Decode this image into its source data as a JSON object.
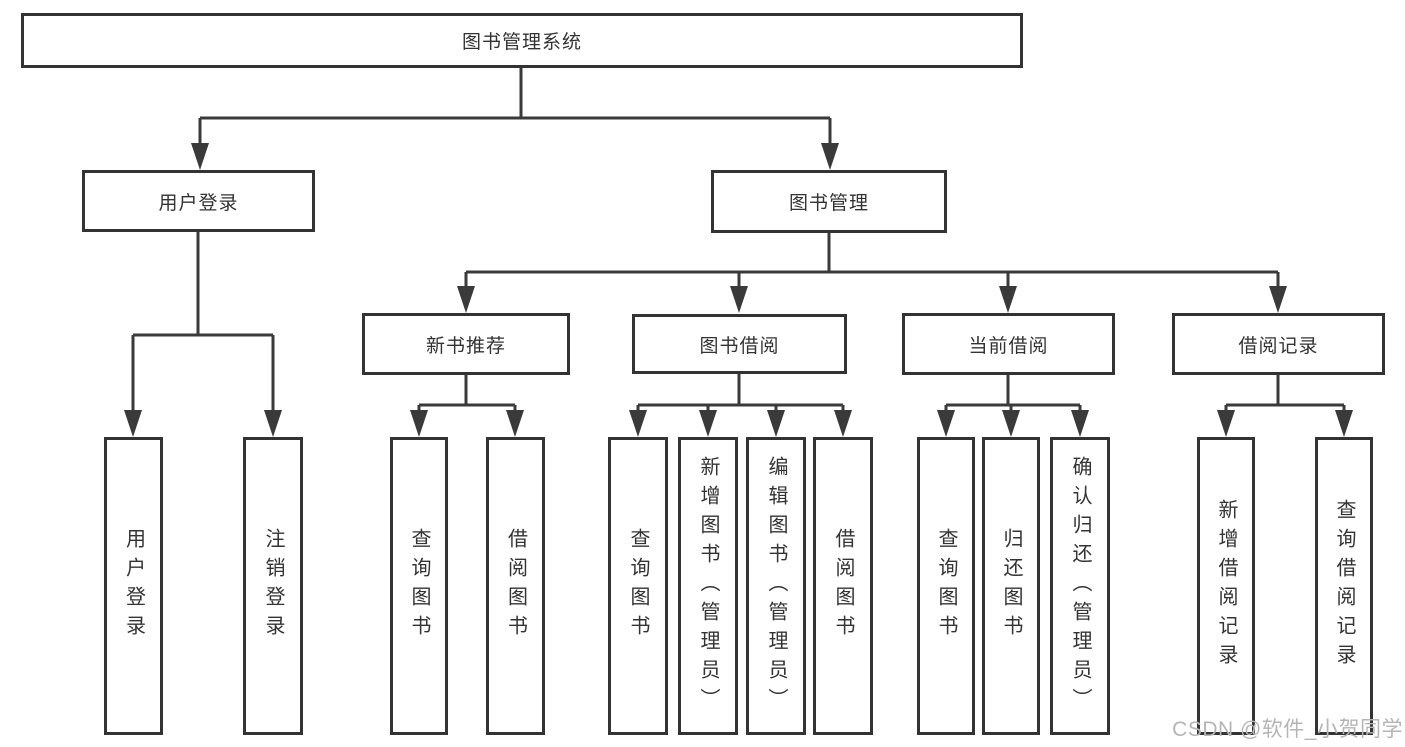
{
  "tree": {
    "root": {
      "label": "图书管理系统"
    },
    "level2": [
      {
        "label": "用户登录"
      },
      {
        "label": "图书管理"
      }
    ],
    "level3": [
      {
        "label": "新书推荐"
      },
      {
        "label": "图书借阅"
      },
      {
        "label": "当前借阅"
      },
      {
        "label": "借阅记录"
      }
    ],
    "leaves": [
      {
        "label": "用户登录"
      },
      {
        "label": "注销登录"
      },
      {
        "label": "查询图书"
      },
      {
        "label": "借阅图书"
      },
      {
        "label": "查询图书"
      },
      {
        "label": "新增图书（管理员）"
      },
      {
        "label": "编辑图书（管理员）"
      },
      {
        "label": "借阅图书"
      },
      {
        "label": "查询图书"
      },
      {
        "label": "归还图书"
      },
      {
        "label": "确认归还（管理员）"
      },
      {
        "label": "新增借阅记录"
      },
      {
        "label": "查询借阅记录"
      }
    ]
  },
  "watermark": "CSDN @软件_小贺同学",
  "colors": {
    "line": "#3a3a3a",
    "border": "#333333",
    "text": "#333333",
    "watermark": "#b5b5b5",
    "background": "#ffffff"
  }
}
